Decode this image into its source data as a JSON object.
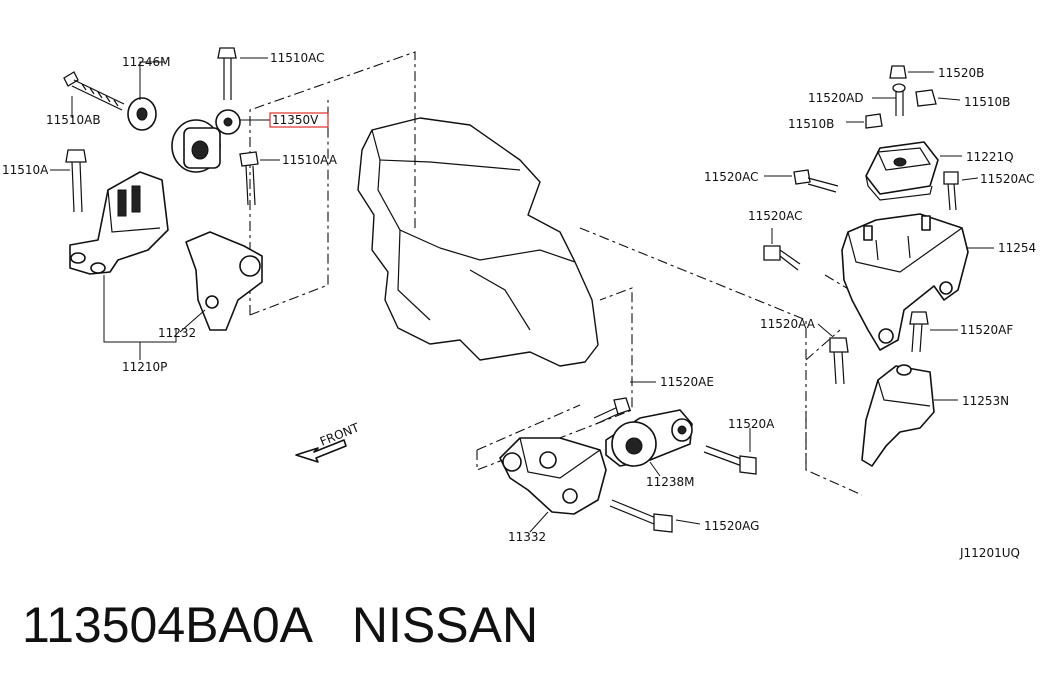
{
  "labels": {
    "l_11246M": "11246M",
    "l_11510AC": "11510AC",
    "l_11510AB": "11510AB",
    "l_11510A": "11510A",
    "l_11350V": "11350V",
    "l_11510AA": "11510AA",
    "l_11232": "11232",
    "l_11210P": "11210P",
    "l_front": "FRONT",
    "l_11520B": "11520B",
    "l_11520AD": "11520AD",
    "l_11510B_top": "11510B",
    "l_11510B_mid": "11510B",
    "l_11221Q": "11221Q",
    "l_11520AC_1": "11520AC",
    "l_11520AC_2": "11520AC",
    "l_11520AC_3": "11520AC",
    "l_11254": "11254",
    "l_11520AA": "11520AA",
    "l_11520AF": "11520AF",
    "l_11253N": "11253N",
    "l_11520AE": "11520AE",
    "l_11520A": "11520A",
    "l_11238M": "11238M",
    "l_11520AG": "11520AG",
    "l_11332": "11332",
    "l_code": "J11201UQ"
  },
  "footer": {
    "text": "113504BA0A   NISSAN"
  },
  "colors": {
    "highlight": "#e0302a",
    "ink": "#111111"
  }
}
